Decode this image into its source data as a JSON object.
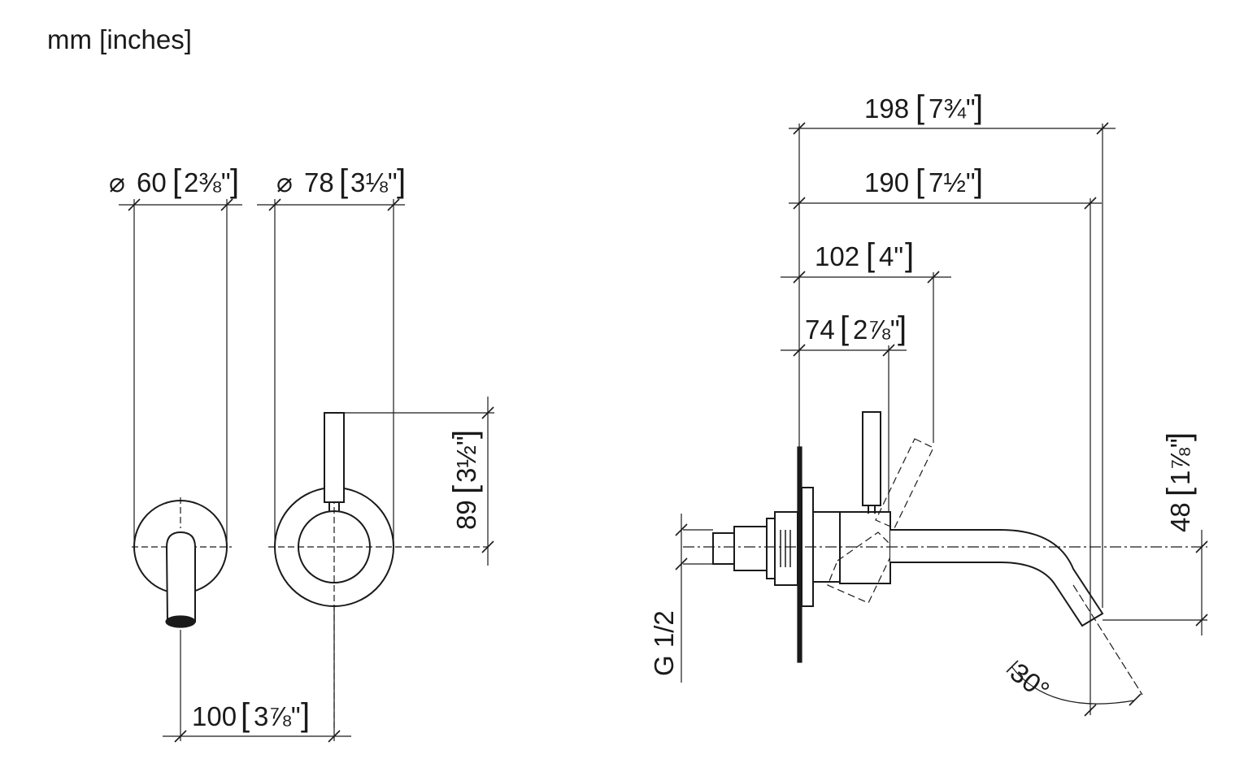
{
  "units_note": "mm [inches]",
  "colors": {
    "line": "#1a1a1a",
    "background": "#ffffff"
  },
  "views": {
    "front": {
      "spout_rosette": {
        "dimension": "60",
        "dimension_inches": "2⅜\""
      },
      "handle_rosette": {
        "dimension": "78",
        "dimension_inches": "3⅛\""
      },
      "handle_height": {
        "dimension": "89",
        "dimension_inches": "3½\""
      },
      "center_distance": {
        "dimension": "100",
        "dimension_inches": "3⅞\""
      }
    },
    "side": {
      "overall_projection": {
        "dimension": "198",
        "dimension_inches": "7¾\""
      },
      "spout_projection": {
        "dimension": "190",
        "dimension_inches": "7½\""
      },
      "handle_swing": {
        "dimension": "102",
        "dimension_inches": "4\""
      },
      "handle_projection": {
        "dimension": "74",
        "dimension_inches": "2⅞\""
      },
      "spout_drop": {
        "dimension": "48",
        "dimension_inches": "1⅞\""
      },
      "connection_thread": "G 1/2",
      "spout_angle": "30°"
    }
  }
}
